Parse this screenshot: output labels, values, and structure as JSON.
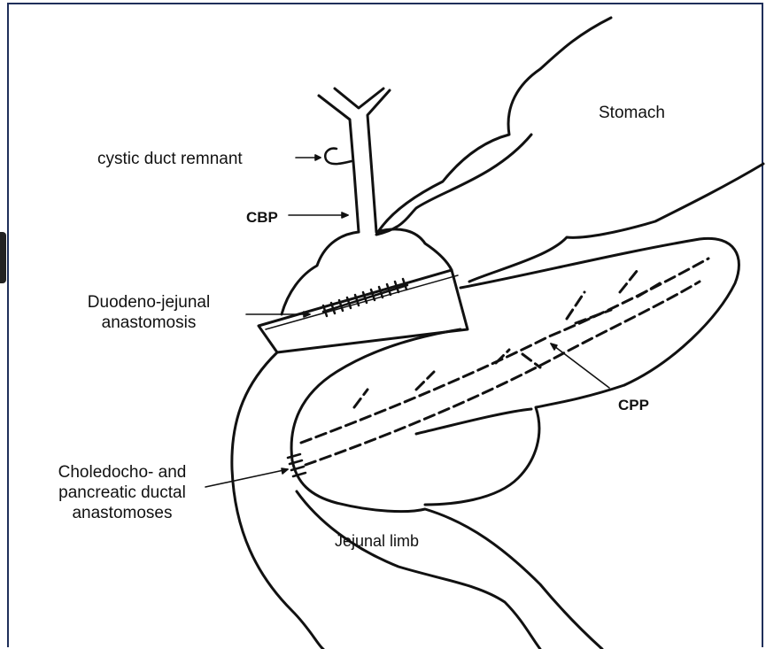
{
  "labels": {
    "stomach": "Stomach",
    "cystic_duct": "cystic duct remnant",
    "cbp": "CBP",
    "dj_line1": "Duodeno-jejunal",
    "dj_line2": "anastomosis",
    "cpp": "CPP",
    "chol_line1": "Choledocho- and",
    "chol_line2": "pancreatic ductal",
    "chol_line3": "anastomoses",
    "jejunal": "Jejunal limb"
  },
  "colors": {
    "frame": "#1f2f5a",
    "ink": "#111111"
  }
}
